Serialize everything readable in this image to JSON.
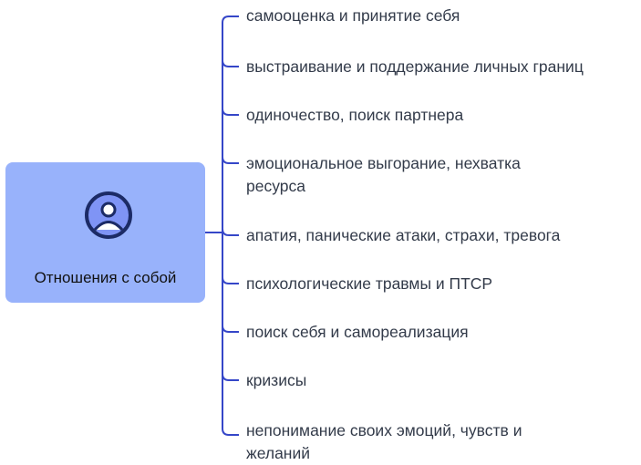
{
  "root": {
    "label": "Отношения с собой",
    "icon": "user-avatar-icon"
  },
  "branches": [
    {
      "lines": [
        "самооценка и принятие себя"
      ]
    },
    {
      "lines": [
        "выстраивание и поддержание личных границ"
      ]
    },
    {
      "lines": [
        "одиночество, поиск партнера"
      ]
    },
    {
      "lines": [
        "эмоциональное выгорание, нехватка",
        "ресурса"
      ]
    },
    {
      "lines": [
        "апатия, панические атаки, страхи, тревога"
      ]
    },
    {
      "lines": [
        "психологические травмы и ПТСР"
      ]
    },
    {
      "lines": [
        "поиск себя и самореализация"
      ]
    },
    {
      "lines": [
        "кризисы"
      ]
    },
    {
      "lines": [
        "непонимание своих эмоций, чувств и",
        "желаний"
      ]
    }
  ],
  "colors": {
    "card": "#98b2fb",
    "connector": "#3546c8",
    "avatar_stroke": "#1c2b66",
    "avatar_fill": "#7f94f5",
    "text": "#333b4a"
  }
}
